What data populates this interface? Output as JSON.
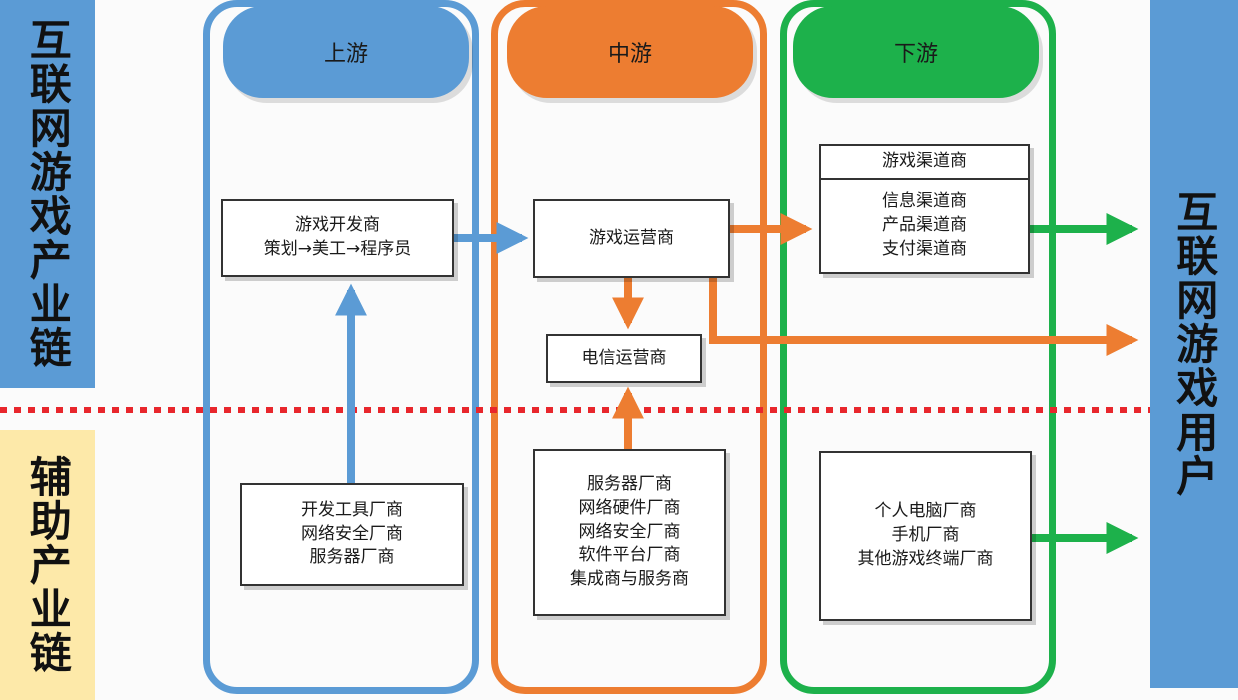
{
  "left_labels": {
    "top": "互联网游戏产业链",
    "bottom": "辅助产业链"
  },
  "right_label": "互联网游戏用户",
  "columns": {
    "upstream": {
      "title": "上游",
      "color": "#5b9bd5"
    },
    "midstream": {
      "title": "中游",
      "color": "#ed7d31"
    },
    "downstream": {
      "title": "下游",
      "color": "#1db14b"
    }
  },
  "nodes": {
    "developer": {
      "lines": [
        "游戏开发商",
        "策划→美工→程序员"
      ]
    },
    "operator": {
      "lines": [
        "游戏运营商"
      ]
    },
    "telecom": {
      "lines": [
        "电信运营商"
      ]
    },
    "channel": {
      "title": "游戏渠道商",
      "lines": [
        "信息渠道商",
        "产品渠道商",
        "支付渠道商"
      ]
    },
    "tools": {
      "lines": [
        "开发工具厂商",
        "网络安全厂商",
        "服务器厂商"
      ]
    },
    "hardware": {
      "lines": [
        "服务器厂商",
        "网络硬件厂商",
        "网络安全厂商",
        "软件平台厂商",
        "集成商与服务商"
      ]
    },
    "terminal": {
      "lines": [
        "个人电脑厂商",
        "手机厂商",
        "其他游戏终端厂商"
      ]
    }
  },
  "colors": {
    "band_blue": "#5b9bd5",
    "band_yellow": "#fde9a9",
    "divider_red": "#e8262c"
  }
}
